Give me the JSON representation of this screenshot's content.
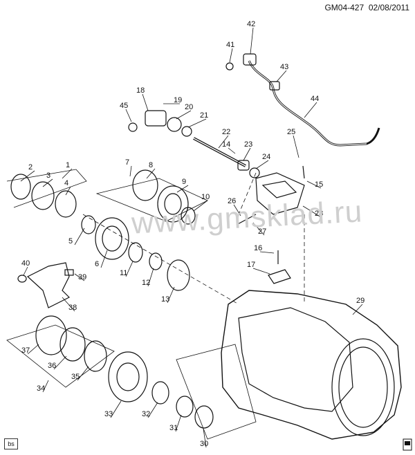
{
  "header": {
    "code": "GM04-427",
    "date": "02/08/2011"
  },
  "watermark": "www.gmsklad.ru",
  "footer_badge": "bs",
  "callouts": [
    "1",
    "2",
    "3",
    "4",
    "5",
    "6",
    "7",
    "8",
    "9",
    "10",
    "11",
    "12",
    "13",
    "14",
    "15",
    "16",
    "17",
    "18",
    "19",
    "20",
    "21",
    "22",
    "23",
    "24",
    "25",
    "26",
    "27",
    "28",
    "29",
    "30",
    "31",
    "32",
    "33",
    "34",
    "35",
    "36",
    "37",
    "38",
    "39",
    "40",
    "41",
    "42",
    "43",
    "44",
    "45"
  ]
}
